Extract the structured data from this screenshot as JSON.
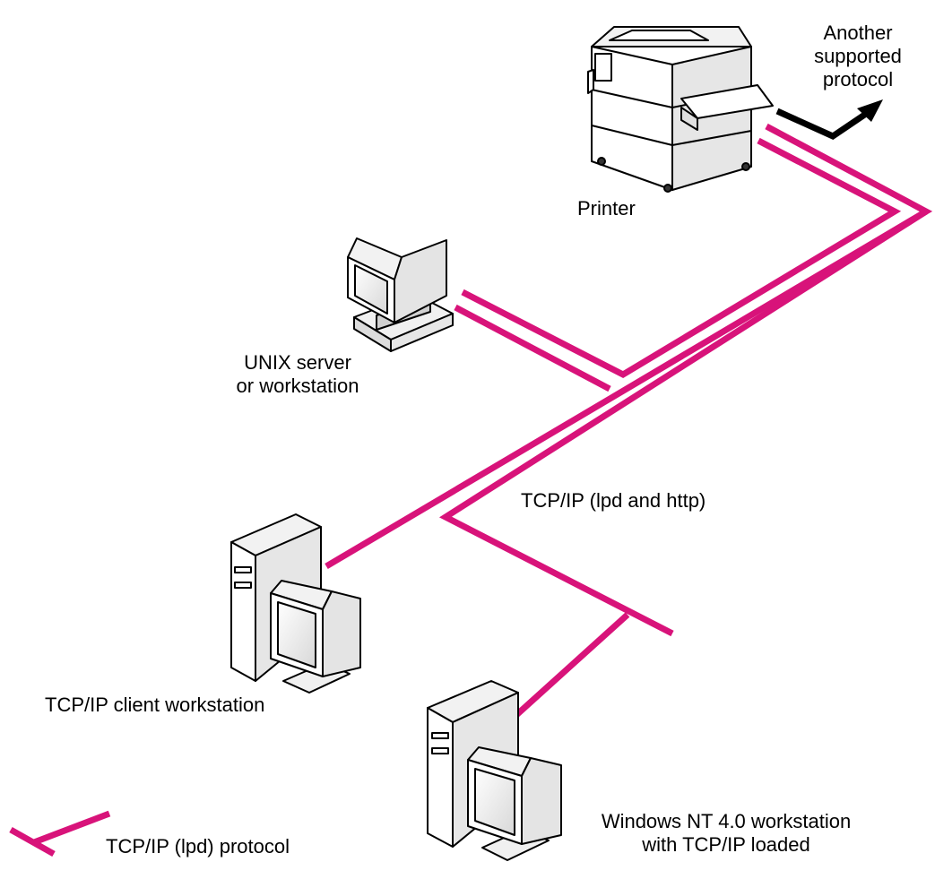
{
  "colors": {
    "network": "#d8137a",
    "outline": "#000000",
    "background": "#ffffff"
  },
  "nodes": {
    "printer": {
      "label": "Printer",
      "icon": "printer-icon"
    },
    "unix": {
      "label_line1": "UNIX server",
      "label_line2": "or workstation",
      "icon": "monitor-icon"
    },
    "client": {
      "label": "TCP/IP client workstation",
      "icon": "desktop-tower-icon"
    },
    "nt": {
      "label_line1": "Windows NT 4.0 workstation",
      "label_line2": "with TCP/IP loaded",
      "icon": "desktop-tower-icon"
    }
  },
  "annotations": {
    "other_protocol": {
      "line1": "Another",
      "line2": "supported",
      "line3": "protocol",
      "icon": "arrow-icon"
    },
    "http_line": "TCP/IP (lpd and http)"
  },
  "legend": {
    "label": "TCP/IP (lpd) protocol",
    "icon": "network-line-icon"
  }
}
